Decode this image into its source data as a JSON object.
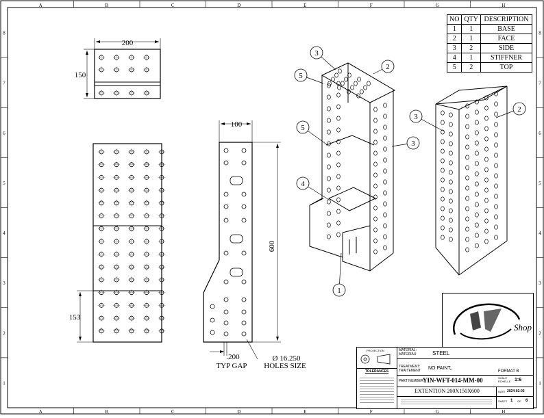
{
  "sheet": {
    "col_labels": [
      "A",
      "B",
      "C",
      "D",
      "E",
      "F",
      "G",
      "H"
    ],
    "row_labels": [
      "8",
      "7",
      "6",
      "5",
      "4",
      "3",
      "2",
      "1"
    ]
  },
  "bom": {
    "headers": [
      "NO",
      "QTY",
      "DESCRIPTION"
    ],
    "rows": [
      [
        "1",
        "1",
        "BASE"
      ],
      [
        "2",
        "1",
        "FACE"
      ],
      [
        "3",
        "2",
        "SIDE"
      ],
      [
        "4",
        "1",
        "STIFFNER"
      ],
      [
        "5",
        "2",
        "TOP"
      ]
    ]
  },
  "dims": {
    "top_width": "200",
    "top_height": "150",
    "side_width": "100",
    "side_height": "600",
    "front_lower": "153",
    "gap_value": ".200",
    "gap_label": "TYP GAP",
    "hole_value": "Ø 16.250",
    "hole_label": "HOLES SIZE"
  },
  "balloons": {
    "iso1": [
      "3",
      "2",
      "5",
      "5",
      "3",
      "4",
      "1"
    ],
    "iso2": [
      "3",
      "2"
    ]
  },
  "title_block": {
    "projection": "PROJECTION",
    "material_label": "MATERIAL:\nMATÉRIAU",
    "material_value": "STEEL",
    "treatment_label": "TREATMENT:\nTRAITEMENT",
    "treatment_value": "NO PAINT,,",
    "part_number_label": "PART NUMBER:",
    "part_number": "YIN-WFT-014-MM-00",
    "description": "EXTENTION 200X150X600",
    "format": "FORMAT B",
    "scale_label": "SCALE ÉCHELLE",
    "scale_value": "1:6",
    "date_label": "DATE",
    "date_value": "2024-02-03",
    "sheet_label": "SHEET",
    "sheet_value": "1",
    "sheet_of": "OF",
    "sheet_total": "6",
    "tolerances": "TOLERANCES",
    "logo_text": "Shop"
  }
}
